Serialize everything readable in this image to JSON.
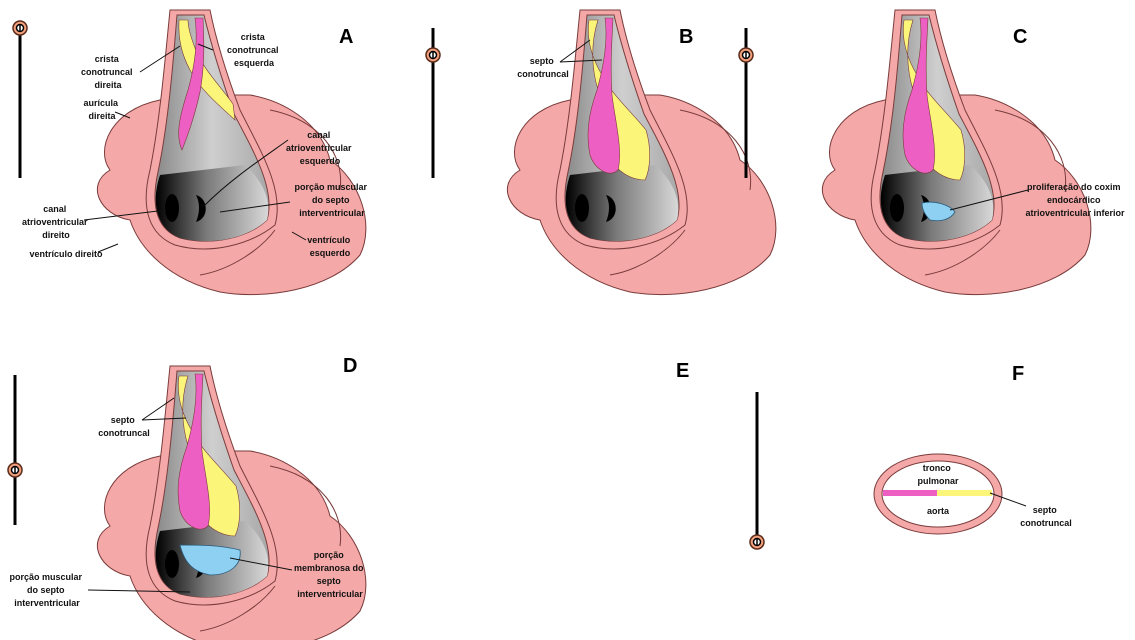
{
  "panels": {
    "A": "A",
    "B": "B",
    "C": "C",
    "D": "D",
    "E": "E",
    "F": "F"
  },
  "labels": {
    "crista_direita": [
      "crista",
      "conotruncal",
      "direita"
    ],
    "crista_esquerda": [
      "crista",
      "conotruncal",
      "esquerda"
    ],
    "auricula_direita": [
      "aurícula",
      "direita"
    ],
    "canal_av_esquerdo": [
      "canal",
      "atrioventricular",
      "esquerdo"
    ],
    "canal_av_direito": [
      "canal",
      "atrioventricular",
      "direito"
    ],
    "porcao_muscular_A": [
      "porção muscular",
      "do septo",
      "interventricular"
    ],
    "ventriculo_direito": [
      "ventrículo direito"
    ],
    "ventriculo_esquerdo": [
      "ventrículo",
      "esquerdo"
    ],
    "septo_B": [
      "septo",
      "conotruncal"
    ],
    "proliferacao_C": [
      "proliferação do coxim",
      "endocárdico",
      "atrioventricular inferior"
    ],
    "septo_D": [
      "septo",
      "conotruncal"
    ],
    "porcao_muscular_D": [
      "porção muscular",
      "do septo",
      "interventricular"
    ],
    "porcao_membranosa_D": [
      "porção",
      "membranosa do",
      "septo",
      "interventricular"
    ],
    "tronco_pulmonar": [
      "tronco",
      "pulmonar"
    ],
    "aorta": [
      "aorta"
    ],
    "septo_F": [
      "septo",
      "conotruncal"
    ]
  },
  "colors": {
    "heart_fill": "#f4a9a8",
    "heart_stroke": "#7a3b3b",
    "ridge_yellow": "#fbf57a",
    "ridge_pink": "#ee5fc3",
    "cushion_blue": "#8ed0f2",
    "lumen_gray": "#c8c8c8"
  }
}
